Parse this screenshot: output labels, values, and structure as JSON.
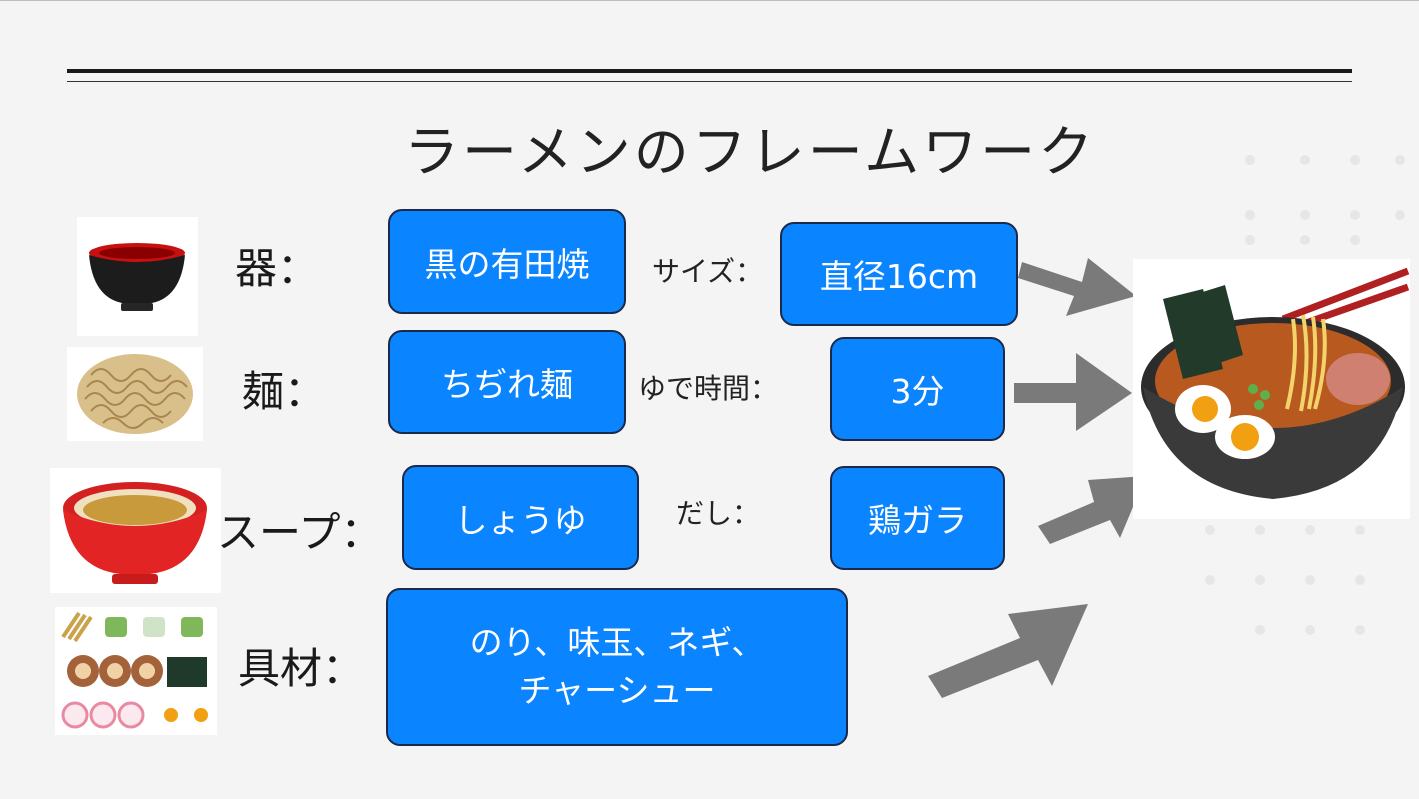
{
  "title": "ラーメンのフレームワーク",
  "rows": [
    {
      "label": "器：",
      "value": "黒の有田焼",
      "sub_label": "サイズ：",
      "sub_value": "直径16cm",
      "icon": "bowl-icon"
    },
    {
      "label": "麺：",
      "value": "ちぢれ麺",
      "sub_label": "ゆで時間：",
      "sub_value": "3分",
      "icon": "noodles-icon"
    },
    {
      "label": "スープ：",
      "value": "しょうゆ",
      "sub_label": "だし：",
      "sub_value": "鶏ガラ",
      "icon": "soup-bowl-icon"
    },
    {
      "label": "具材：",
      "value_line1": "のり、味玉、ネギ、",
      "value_line2": "チャーシュー",
      "icon": "toppings-icon"
    }
  ],
  "result_image": "ramen-bowl-icon",
  "colors": {
    "box_fill": "#0a84ff",
    "box_border": "#1b2a4a",
    "arrow": "#7a7a7a",
    "rule": "#1a1a1a"
  }
}
